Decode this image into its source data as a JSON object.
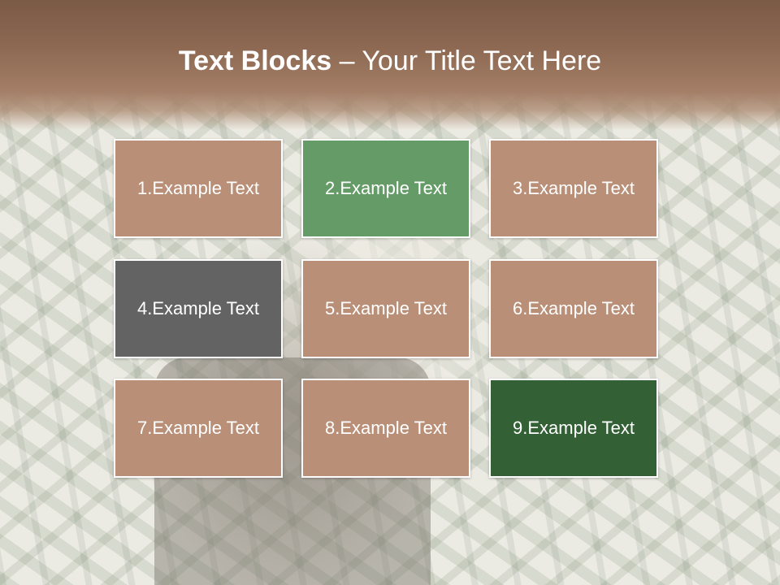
{
  "slide": {
    "title_bold": "Text Blocks",
    "title_dash": " – ",
    "title_rest": "Your Title Text Here"
  },
  "blocks": [
    {
      "label": "1.Example Text",
      "color": "#b98f77"
    },
    {
      "label": "2.Example Text",
      "color": "#659b67"
    },
    {
      "label": "3.Example Text",
      "color": "#b98f77"
    },
    {
      "label": "4.Example Text",
      "color": "#636363"
    },
    {
      "label": "5.Example Text",
      "color": "#b98f77"
    },
    {
      "label": "6.Example Text",
      "color": "#b98f77"
    },
    {
      "label": "7.Example Text",
      "color": "#b98f77"
    },
    {
      "label": "8.Example Text",
      "color": "#b98f77"
    },
    {
      "label": "9.Example Text",
      "color": "#336135"
    }
  ],
  "theme": {
    "header_color": "#8c6852",
    "text_color": "#ffffff",
    "border_color": "#ffffff"
  }
}
